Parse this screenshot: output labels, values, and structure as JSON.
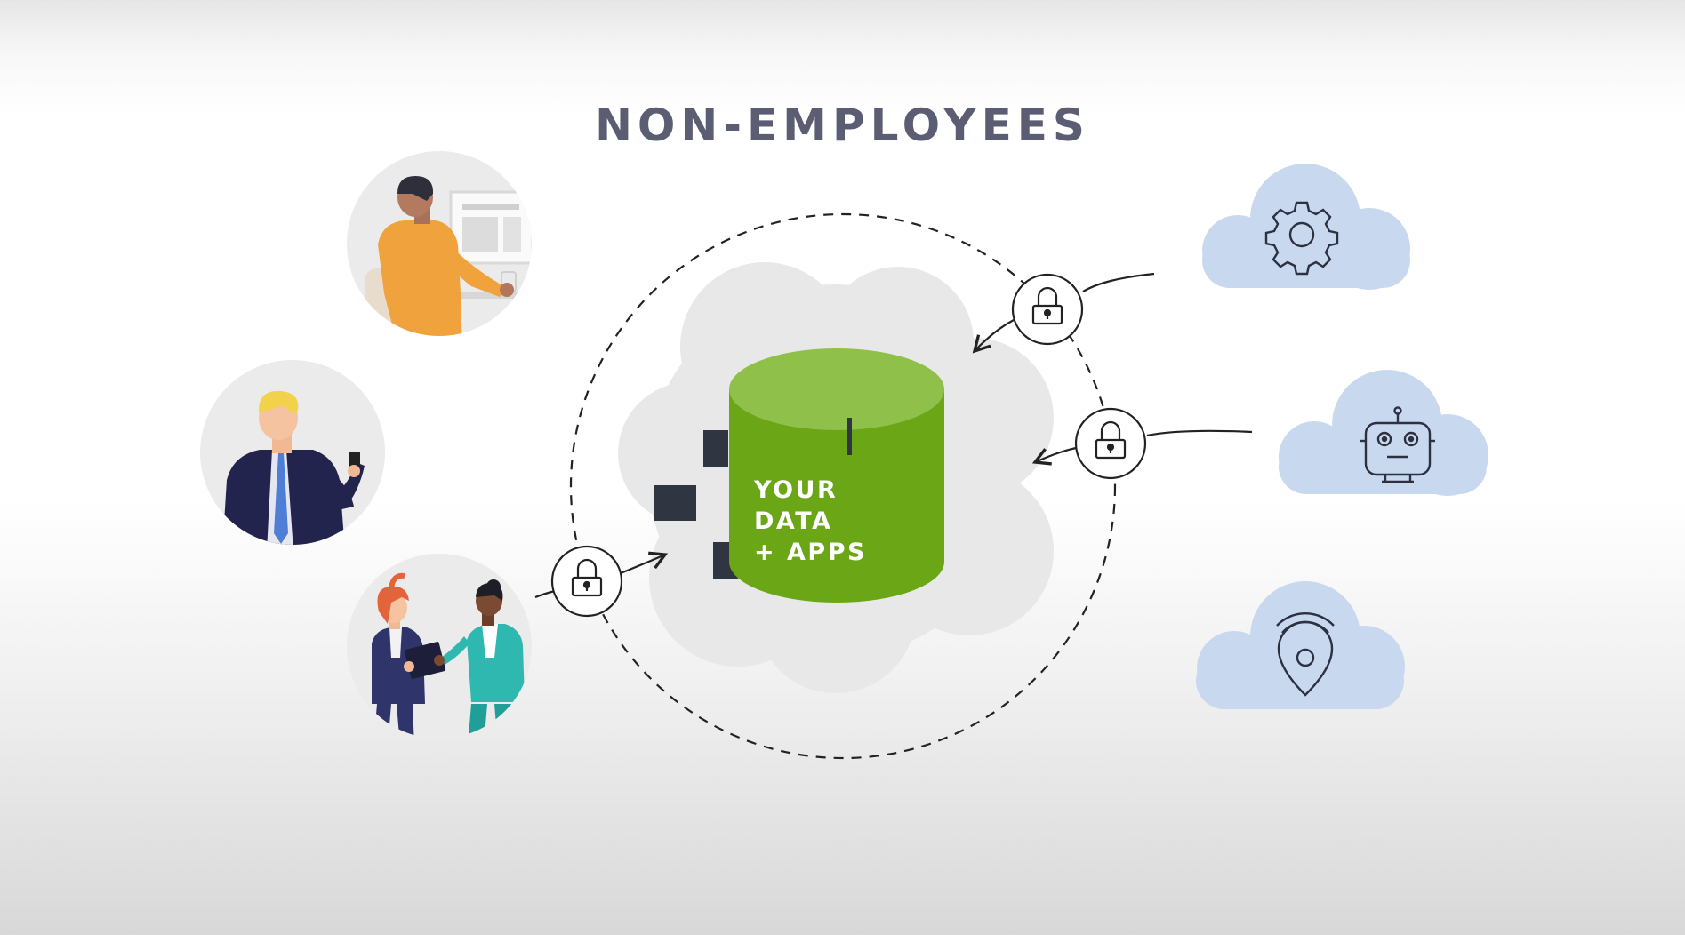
{
  "title": "NON-EMPLOYEES",
  "center": {
    "lines": [
      "YOUR",
      "DATA",
      "+ APPS"
    ]
  },
  "people": [
    {
      "name": "person-at-desk"
    },
    {
      "name": "businessman-with-phone"
    },
    {
      "name": "two-colleagues-with-clipboard"
    }
  ],
  "clouds": [
    {
      "icon": "gear-icon"
    },
    {
      "icon": "robot-icon"
    },
    {
      "icon": "location-pin-icon"
    }
  ],
  "colors": {
    "title": "#5b5e73",
    "cylinder_body": "#6aa616",
    "cylinder_top": "#8fc04a",
    "cloud": "#c8d9ef",
    "dark_square": "#2f3642",
    "line": "#222222"
  }
}
